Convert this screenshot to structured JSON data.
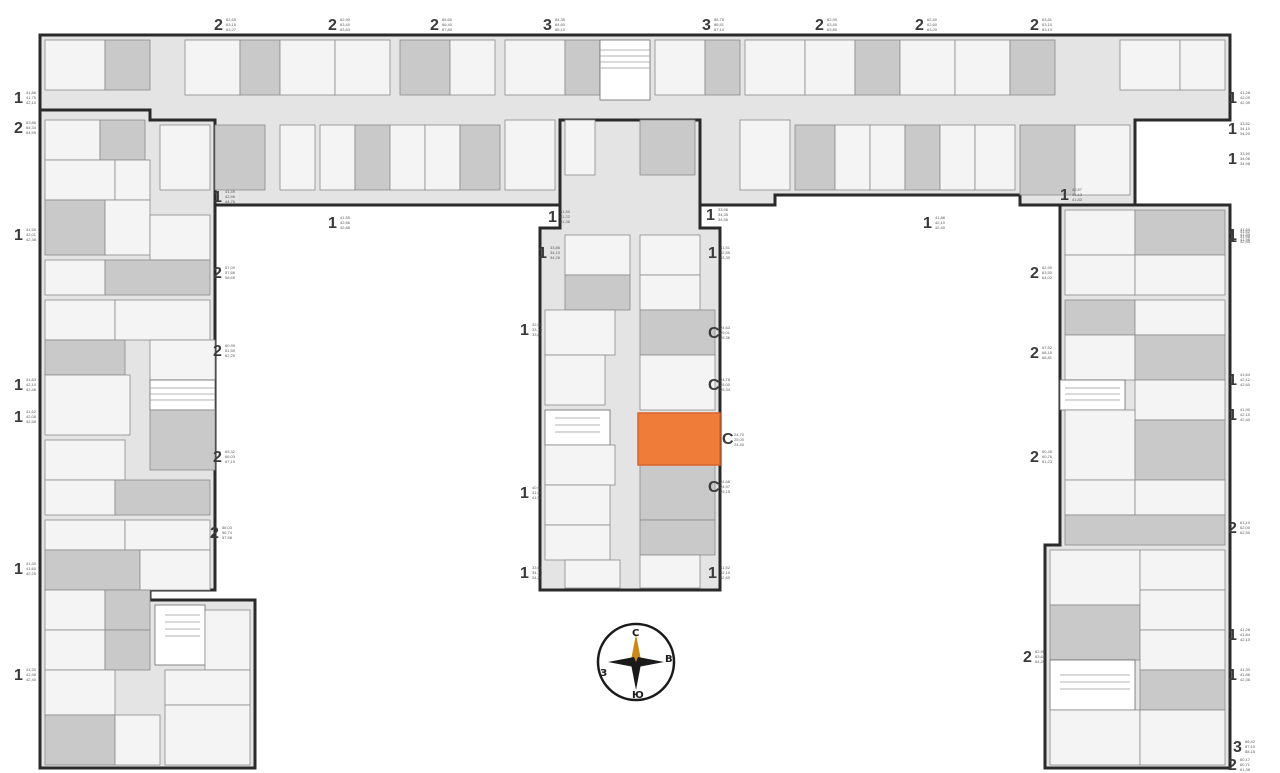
{
  "selected_unit": {
    "room_code": "С",
    "areas": [
      "24,70",
      "25,00",
      "24,40"
    ]
  },
  "compass": {
    "north": "С",
    "east": "В",
    "south": "Ю",
    "west": "З"
  },
  "units": [
    {
      "id": "t1",
      "code": "2",
      "areas": [
        "62,55",
        "63,15",
        "63,27"
      ]
    },
    {
      "id": "t2",
      "code": "2",
      "areas": [
        "62,90",
        "63,40",
        "63,83"
      ]
    },
    {
      "id": "t3",
      "code": "2",
      "areas": [
        "66,60",
        "66,40",
        "67,80"
      ]
    },
    {
      "id": "t4",
      "code": "3",
      "areas": [
        "84,35",
        "84,60",
        "85,10"
      ]
    },
    {
      "id": "t5",
      "code": "3",
      "areas": [
        "86,75",
        "86,51",
        "87,10"
      ]
    },
    {
      "id": "t6",
      "code": "2",
      "areas": [
        "62,90",
        "63,40",
        "63,80"
      ]
    },
    {
      "id": "t7",
      "code": "2",
      "areas": [
        "62,40",
        "62,60",
        "63,20"
      ]
    },
    {
      "id": "t8",
      "code": "2",
      "areas": [
        "63,81",
        "63,10",
        "63,13"
      ]
    },
    {
      "id": "b1",
      "code": "1",
      "areas": [
        "41,55",
        "42,66",
        "42,88"
      ]
    },
    {
      "id": "b2",
      "code": "1",
      "areas": [
        "41,88",
        "42,10",
        "42,40"
      ]
    },
    {
      "id": "b3",
      "code": "1",
      "areas": [
        "40,57",
        "41,13",
        "41,83"
      ]
    },
    {
      "id": "b4",
      "code": "1",
      "areas": [
        "41,50",
        "41,22",
        "41,36"
      ]
    },
    {
      "id": "c1",
      "code": "1",
      "areas": [
        "41,86",
        "41,75",
        "42,10"
      ]
    },
    {
      "id": "c2",
      "code": "1",
      "areas": [
        "41,28",
        "42,09",
        "42,39"
      ]
    },
    {
      "id": "m1",
      "code": "1",
      "areas": [
        "33,86",
        "34,10",
        "34,26"
      ]
    },
    {
      "id": "m2",
      "code": "1",
      "areas": [
        "32,09",
        "33,10",
        "33,84"
      ]
    },
    {
      "id": "m3",
      "code": "1",
      "areas": [
        "40,95",
        "41,06",
        "41,57"
      ]
    },
    {
      "id": "m4",
      "code": "1",
      "areas": [
        "33,64",
        "34,10",
        "34,26"
      ]
    },
    {
      "id": "m5",
      "code": "1",
      "areas": [
        "41,49",
        "42,96",
        "44,76"
      ]
    },
    {
      "id": "m6",
      "code": "1",
      "areas": [
        "33,98",
        "34,35",
        "34,56"
      ]
    },
    {
      "id": "r1",
      "code": "1",
      "areas": [
        "41,51",
        "42,85",
        "43,30"
      ]
    },
    {
      "id": "r2",
      "code": "C",
      "areas": [
        "24,63",
        "25,01",
        "25,36"
      ]
    },
    {
      "id": "r3",
      "code": "C",
      "areas": [
        "24,78",
        "25,00",
        "25,34"
      ]
    },
    {
      "id": "r4",
      "code": "C",
      "areas": [
        "24,68",
        "24,97",
        "25,15"
      ]
    },
    {
      "id": "r5",
      "code": "1",
      "areas": [
        "41,52",
        "42,10",
        "42,60"
      ]
    },
    {
      "id": "r6",
      "code": "1",
      "areas": [
        "33,52",
        "34,10",
        "34,20"
      ]
    },
    {
      "id": "l1",
      "code": "2",
      "areas": [
        "63,86",
        "64,34",
        "64,95"
      ]
    },
    {
      "id": "l2",
      "code": "1",
      "areas": [
        "41,55",
        "42,01",
        "42,38"
      ]
    },
    {
      "id": "l3",
      "code": "1",
      "areas": [
        "41,83",
        "42,10",
        "42,48"
      ]
    },
    {
      "id": "l4",
      "code": "2",
      "areas": [
        "57,09",
        "57,66",
        "58,69"
      ]
    },
    {
      "id": "l5",
      "code": "2",
      "areas": [
        "60,99",
        "61,50",
        "62,25"
      ]
    },
    {
      "id": "l6",
      "code": "1",
      "areas": [
        "41,62",
        "42,08",
        "42,58"
      ]
    },
    {
      "id": "l7",
      "code": "1",
      "areas": [
        "41,30",
        "41,60",
        "42,25"
      ]
    },
    {
      "id": "l8",
      "code": "2",
      "areas": [
        "65,32",
        "66,03",
        "67,15"
      ]
    },
    {
      "id": "l9",
      "code": "2",
      "areas": [
        "56,03",
        "56,74",
        "57,58"
      ]
    },
    {
      "id": "l10",
      "code": "1",
      "areas": [
        "41,30",
        "41,98",
        "42,40"
      ]
    },
    {
      "id": "l11",
      "code": "1",
      "areas": [
        "41,64",
        "42,12",
        "42,60"
      ]
    },
    {
      "id": "e1",
      "code": "2",
      "areas": [
        "62,90",
        "63,50",
        "64,02"
      ]
    },
    {
      "id": "e2",
      "code": "1",
      "areas": [
        "33,90",
        "34,06",
        "34,98"
      ]
    },
    {
      "id": "e3",
      "code": "1",
      "areas": [
        "41,60",
        "41,89",
        "41,98"
      ]
    },
    {
      "id": "e4",
      "code": "2",
      "areas": [
        "67,52",
        "68,15",
        "68,81"
      ]
    },
    {
      "id": "e5",
      "code": "2",
      "areas": [
        "60,45",
        "60,76",
        "61,23"
      ]
    },
    {
      "id": "e6",
      "code": "1",
      "areas": [
        "41,90",
        "42,10",
        "42,40"
      ]
    },
    {
      "id": "e7",
      "code": "1",
      "areas": [
        "41,28",
        "41,84",
        "42,10"
      ]
    },
    {
      "id": "e8",
      "code": "2",
      "areas": [
        "61,10",
        "62,00",
        "62,50"
      ]
    },
    {
      "id": "e9",
      "code": "2",
      "areas": [
        "62,90",
        "63,64",
        "64,20"
      ]
    },
    {
      "id": "e10",
      "code": "1",
      "areas": [
        "41,30",
        "41,86",
        "42,36"
      ]
    },
    {
      "id": "e11",
      "code": "1",
      "areas": [
        "41,52",
        "41,98",
        "42,40"
      ]
    },
    {
      "id": "e12",
      "code": "2",
      "areas": [
        "60,17",
        "60,71",
        "61,38"
      ]
    },
    {
      "id": "e13",
      "code": "3",
      "areas": [
        "86,42",
        "87,10",
        "88,15"
      ]
    }
  ]
}
